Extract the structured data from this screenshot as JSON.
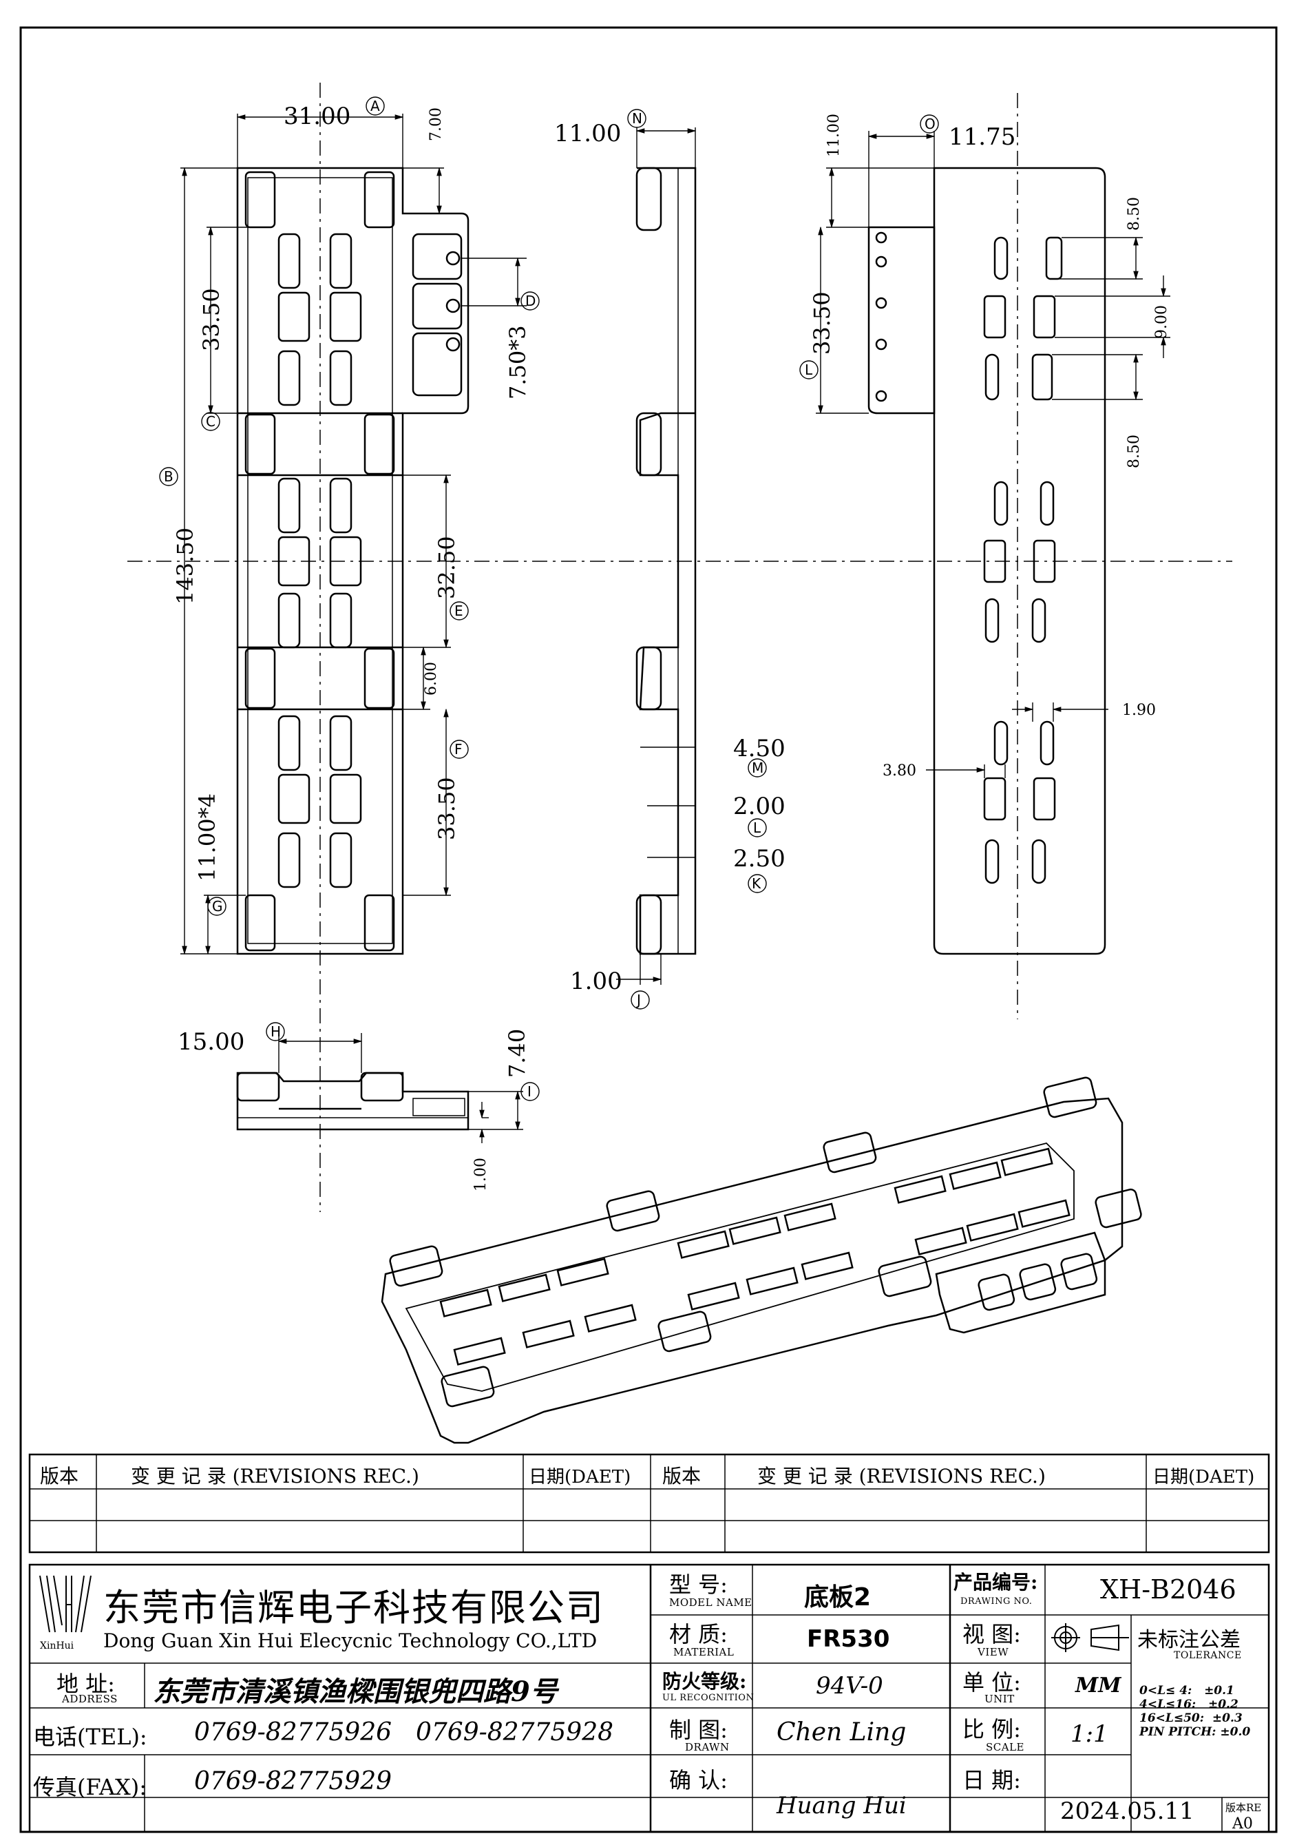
{
  "dimensions": {
    "A": "31.00",
    "A_tag": "A",
    "top_7": "7.00",
    "C": "33.50",
    "C_tag": "C",
    "D": "7.50*3",
    "D_tag": "D",
    "B": "143.50",
    "B_tag": "B",
    "E": "32.50",
    "E_tag": "E",
    "mid_6": "6.00",
    "F": "33.50",
    "F_tag": "F",
    "G": "11.00*4",
    "G_tag": "G",
    "N": "11.00",
    "N_tag": "N",
    "M": "4.50",
    "M_tag": "M",
    "L": "2.00",
    "L_tag": "L",
    "K": "2.50",
    "K_tag": "K",
    "J": "1.00",
    "J_tag": "J",
    "O": "11.75",
    "O_tag": "O",
    "O_v": "11.00",
    "R_tag": "L",
    "R": "33.50",
    "r_850a": "8.50",
    "r_900": "9.00",
    "r_850b": "8.50",
    "r_190": "1.90",
    "r_380": "3.80",
    "H": "15.00",
    "H_tag": "H",
    "I": "7.40",
    "I_tag": "I",
    "b_100": "1.00"
  },
  "revisions": {
    "col_version": "版本",
    "col_record": "变 更 记 录  (REVISIONS REC.)",
    "col_date": "日期(DAET)"
  },
  "title_block": {
    "logo_text": "XinHui",
    "company_cn": "东莞市信辉电子科技有限公司",
    "company_en": "Dong Guan Xin Hui Elecycnic Technology CO.,LTD",
    "address_label": "地  址:",
    "address_label_en": "ADDRESS",
    "address": "东莞市清溪镇渔樑围银兜四路9号",
    "tel_label": "电话(TEL):",
    "tel1": "0769-82775926",
    "tel2": "0769-82775928",
    "fax_label": "传真(FAX):",
    "fax": "0769-82775929",
    "model_label": "型  号:",
    "model_label_en": "MODEL NAME",
    "model": "底板2",
    "material_label": "材  质:",
    "material_label_en": "MATERIAL",
    "material": "FR530",
    "ul_label": "防火等级:",
    "ul_label_en": "UL RECOGNITION",
    "ul": "94V-0",
    "drawn_label": "制  图:",
    "drawn_label_en": "DRAWN",
    "drawn": "Chen Ling",
    "check_label": "确  认:",
    "check": "Huang Hui",
    "drawing_no_label": "产品编号:",
    "drawing_no_label_en": "DRAWING NO.",
    "drawing_no": "XH-B2046",
    "view_label": "视  图:",
    "view_label_en": "VIEW",
    "unit_label": "单  位:",
    "unit_label_en": "UNIT",
    "unit": "MM",
    "scale_label": "比  例:",
    "scale_label_en": "SCALE",
    "scale": "1:1",
    "date_label": "日  期:",
    "date": "2024.05.11",
    "version_label": "版本RE",
    "version": "A0",
    "tolerance_label": "未标注公差",
    "tolerance_label_en": "TOLERANCE",
    "tol": [
      {
        "range": "0<L≤ 4:",
        "value": "±0.1"
      },
      {
        "range": "4<L≤16:",
        "value": "±0.2"
      },
      {
        "range": "16<L≤50:",
        "value": "±0.3"
      },
      {
        "range": "PIN PITCH:",
        "value": "±0.0"
      }
    ]
  }
}
